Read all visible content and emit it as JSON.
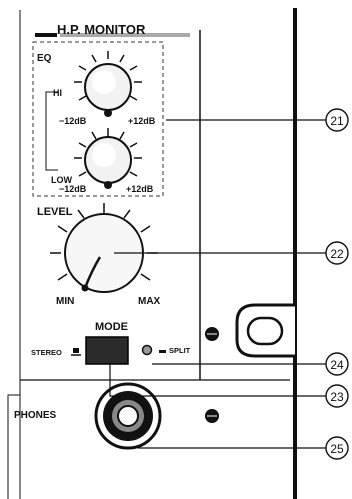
{
  "section_title": "H.P. MONITOR",
  "eq": {
    "label": "EQ",
    "hi": {
      "label": "HI",
      "min_label": "−12dB",
      "max_label": "+12dB"
    },
    "low": {
      "label": "LOW",
      "min_label": "−12dB",
      "max_label": "+12dB"
    }
  },
  "level": {
    "label": "LEVEL",
    "min_label": "MIN",
    "max_label": "MAX"
  },
  "mode": {
    "label": "MODE",
    "stereo_label": "STEREO",
    "split_label": "SPLIT"
  },
  "phones": {
    "label": "PHONES"
  },
  "callouts": [
    "21",
    "22",
    "23",
    "24",
    "25"
  ]
}
